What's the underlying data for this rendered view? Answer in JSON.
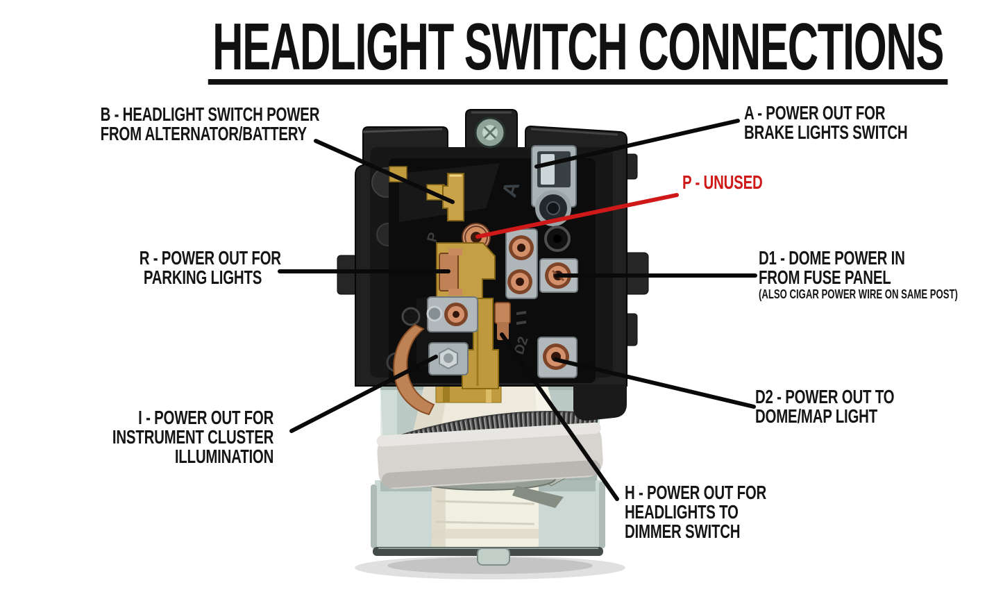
{
  "title": "HEADLIGHT SWITCH CONNECTIONS",
  "callouts": {
    "b": {
      "id": "B",
      "lines": [
        "B - HEADLIGHT SWITCH POWER",
        "FROM ALTERNATOR/BATTERY"
      ]
    },
    "a": {
      "id": "A",
      "lines": [
        "A - POWER OUT FOR",
        "BRAKE LIGHTS SWITCH"
      ]
    },
    "p": {
      "id": "P",
      "lines": [
        "P - UNUSED"
      ]
    },
    "r": {
      "id": "R",
      "lines": [
        "R - POWER OUT FOR",
        "PARKING LIGHTS"
      ]
    },
    "d1": {
      "id": "D1",
      "lines": [
        "D1 - DOME POWER IN",
        "FROM FUSE PANEL"
      ],
      "note": "(ALSO CIGAR POWER WIRE ON SAME POST)"
    },
    "i": {
      "id": "I",
      "lines": [
        "I - POWER OUT FOR",
        "INSTRUMENT CLUSTER",
        "ILLUMINATION"
      ]
    },
    "d2": {
      "id": "D2",
      "lines": [
        "D2 - POWER OUT TO",
        "DOME/MAP LIGHT"
      ]
    },
    "h": {
      "id": "H",
      "lines": [
        "H - POWER OUT FOR",
        "HEADLIGHTS TO",
        "DIMMER SWITCH"
      ]
    }
  },
  "switch_markings": {
    "a": "A",
    "p": "P",
    "d2": "D2"
  },
  "colors": {
    "background": "#ffffff",
    "label_text": "#151515",
    "unused_red": "#cf1818",
    "leader_line": "#0a0a0a",
    "housing_black": "#1d1d1d",
    "brass": "#c49e44",
    "copper": "#cf8a5e",
    "zinc_bracket": "#ccd8d3",
    "ceramic_ring": "#d6d3ce",
    "white_plastic": "#f2efe3"
  }
}
